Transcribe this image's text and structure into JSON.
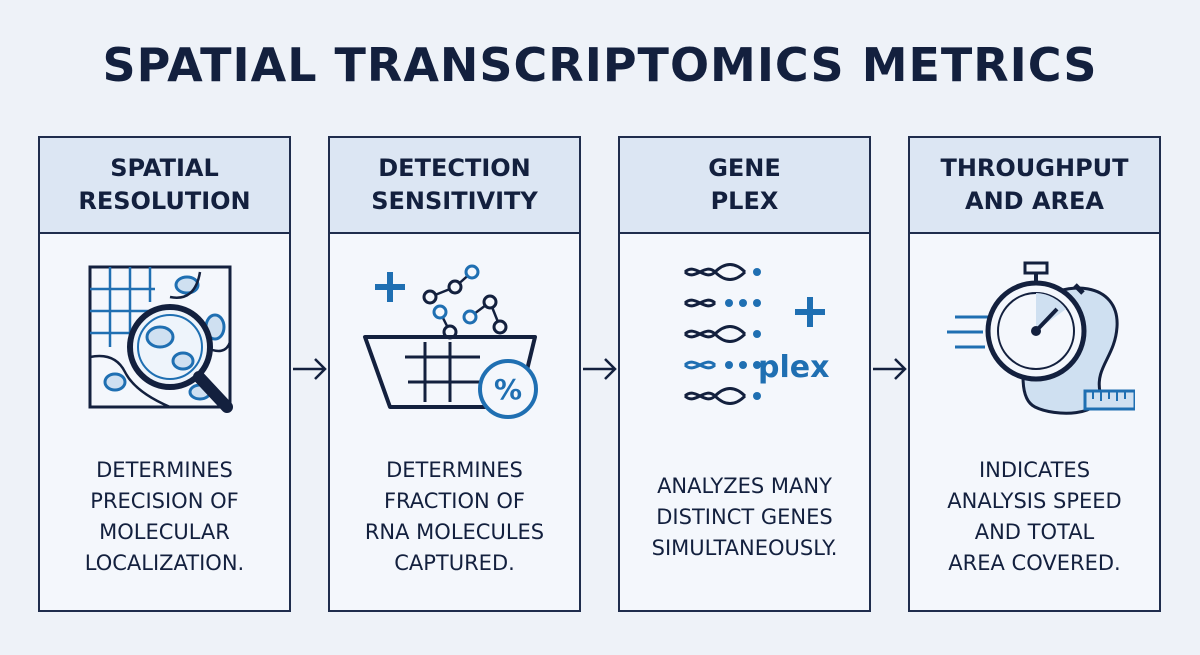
{
  "title": "SPATIAL TRANSCRIPTOMICS METRICS",
  "cards": [
    {
      "heading": "SPATIAL\nRESOLUTION",
      "icon": "magnifier-grid-cells-icon",
      "description": "DETERMINES\nPRECISION OF\nMOLECULAR\nLOCALIZATION."
    },
    {
      "heading": "DETECTION\nSENSITIVITY",
      "icon": "basket-molecules-percent-icon",
      "description": "DETERMINES\nFRACTION OF\nRNA MOLECULES\nCAPTURED."
    },
    {
      "heading": "GENE\nPLEX",
      "icon": "dna-plex-icon",
      "icon_text": "plex",
      "description": "ANALYZES MANY\nDISTINCT GENES\nSIMULTANEOUSLY."
    },
    {
      "heading": "THROUGHPUT\nAND AREA",
      "icon": "stopwatch-area-ruler-icon",
      "description": "INDICATES\nANALYSIS SPEED\nAND TOTAL\nAREA COVERED."
    }
  ],
  "colors": {
    "accent": "#1f6fb2",
    "navy": "#13203e",
    "light_blue": "#cfe0f1"
  }
}
